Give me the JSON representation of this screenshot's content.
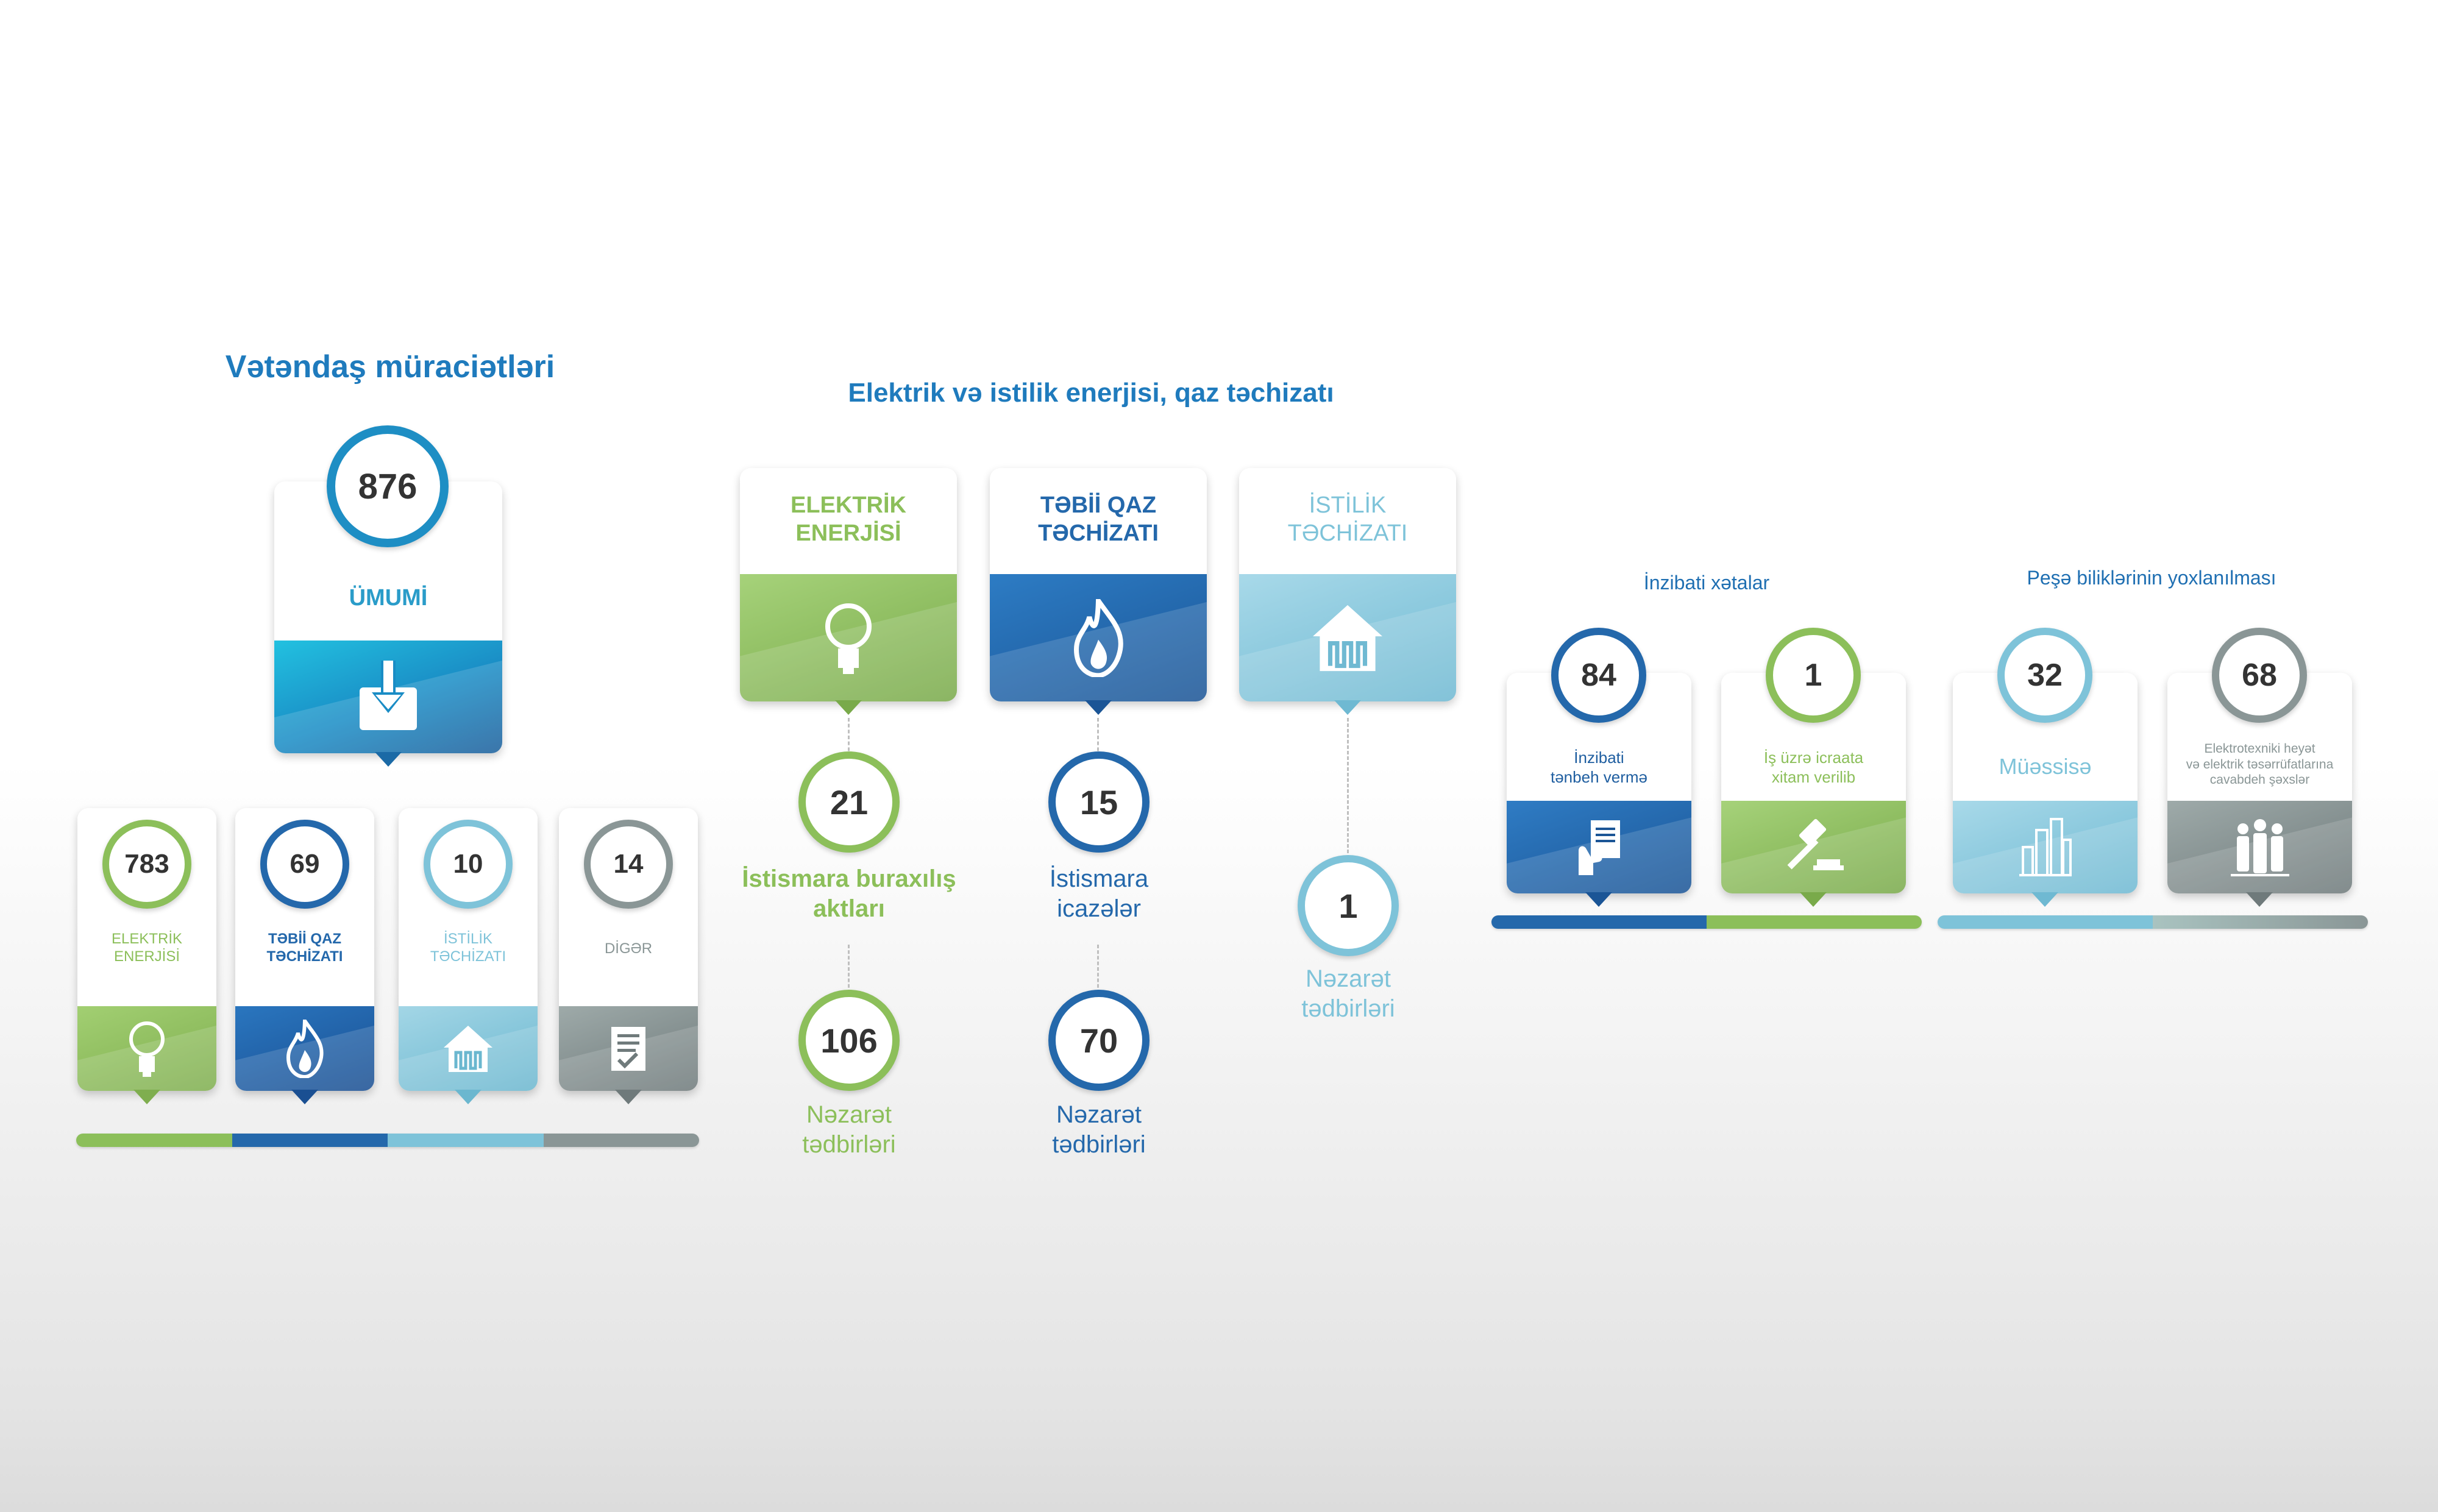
{
  "citizen": {
    "title": "Vətəndaş müraciətləri",
    "total": {
      "value": "876",
      "label": "ÜMUMİ"
    },
    "categories": [
      {
        "value": "783",
        "label": "ELEKTRİK\nENERJİSİ"
      },
      {
        "value": "69",
        "label": "TƏBİİ QAZ\nTƏCHİZATI"
      },
      {
        "value": "10",
        "label": "İSTİLİK\nTƏCHİZATI"
      },
      {
        "value": "14",
        "label": "DİGƏR"
      }
    ]
  },
  "supply": {
    "title": "Elektrik və istilik enerjisi, qaz təchizatı",
    "columns": [
      {
        "label": "ELEKTRİK\nENERJİSİ",
        "stats": [
          {
            "value": "21",
            "label": "İstismara buraxılış\naktları"
          },
          {
            "value": "106",
            "label": "Nəzarət\ntədbirləri"
          }
        ]
      },
      {
        "label": "TƏBİİ QAZ\nTƏCHİZATI",
        "stats": [
          {
            "value": "15",
            "label": "İstismara\nicazələr"
          },
          {
            "value": "70",
            "label": "Nəzarət\ntədbirləri"
          }
        ]
      },
      {
        "label": "İSTİLİK\nTƏCHİZATI",
        "stats": [
          {
            "value": "1",
            "label": "Nəzarət\ntədbirləri"
          }
        ]
      }
    ]
  },
  "admin": {
    "title": "İnzibati xətalar",
    "items": [
      {
        "value": "84",
        "label": "İnzibati\ntənbeh vermə"
      },
      {
        "value": "1",
        "label": "İş üzrə icraata\nxitam verilib"
      }
    ]
  },
  "knowledge": {
    "title": "Peşə biliklərinin yoxlanılması",
    "items": [
      {
        "value": "32",
        "label": "Müəssisə"
      },
      {
        "value": "68",
        "label": "Elektrotexniki heyət\nvə elektrik təsərrüfatlarına\ncavabdeh şəxslər"
      }
    ]
  },
  "colors": {
    "green": "#8cbf5a",
    "blue": "#2468ab",
    "light_blue": "#7ec3d9",
    "gray": "#8a9696",
    "cyan": "#22b8dc"
  },
  "icons": [
    "download-icon",
    "lightbulb-icon",
    "flame-icon",
    "house-radiator-icon",
    "checklist-icon",
    "hand-document-icon",
    "gavel-icon",
    "buildings-icon",
    "people-icon"
  ]
}
